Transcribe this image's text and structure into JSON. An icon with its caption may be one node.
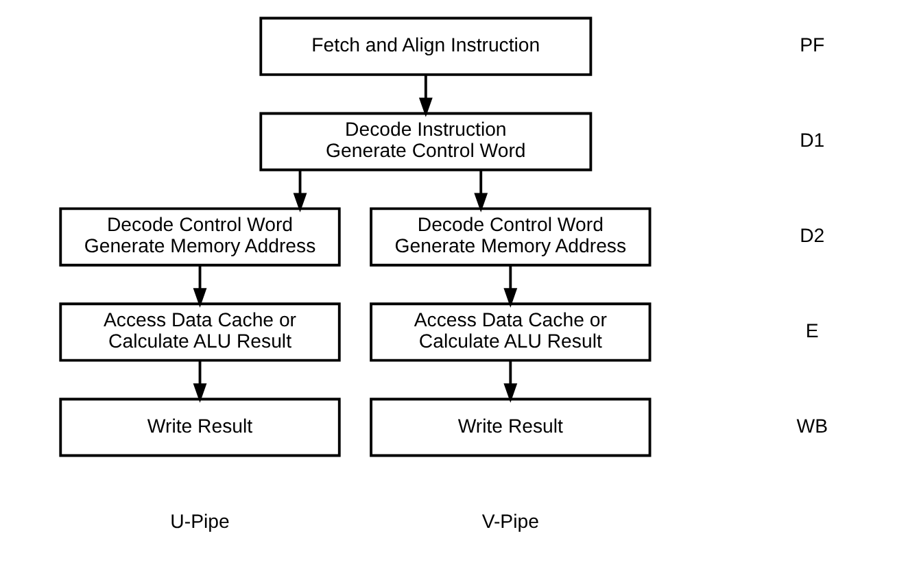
{
  "diagram": {
    "nodes": [
      {
        "text": [
          "Fetch and Align Instruction"
        ]
      },
      {
        "text": [
          "Decode Instruction",
          "Generate Control Word"
        ]
      },
      {
        "text": [
          "Decode Control Word",
          "Generate Memory Address"
        ]
      },
      {
        "text": [
          "Access Data Cache or",
          "Calculate ALU Result"
        ]
      },
      {
        "text": [
          "Write Result"
        ]
      },
      {
        "text": [
          "Decode Control Word",
          "Generate Memory Address"
        ]
      },
      {
        "text": [
          "Access Data Cache or",
          "Calculate ALU Result"
        ]
      },
      {
        "text": [
          "Write Result"
        ]
      }
    ],
    "edges": [
      {
        "from": 0,
        "to": 1,
        "arrow": "to"
      },
      {
        "from": 1,
        "to": 2,
        "arrow": "to"
      },
      {
        "from": 1,
        "to": 5,
        "arrow": "to"
      },
      {
        "from": 2,
        "to": 3,
        "arrow": "to"
      },
      {
        "from": 3,
        "to": 4,
        "arrow": "to"
      },
      {
        "from": 5,
        "to": 6,
        "arrow": "to"
      },
      {
        "from": 6,
        "to": 7,
        "arrow": "to"
      }
    ],
    "labels": [
      "PF",
      "D1",
      "D2",
      "E",
      "WB",
      "U-Pipe",
      "V-Pipe"
    ]
  }
}
